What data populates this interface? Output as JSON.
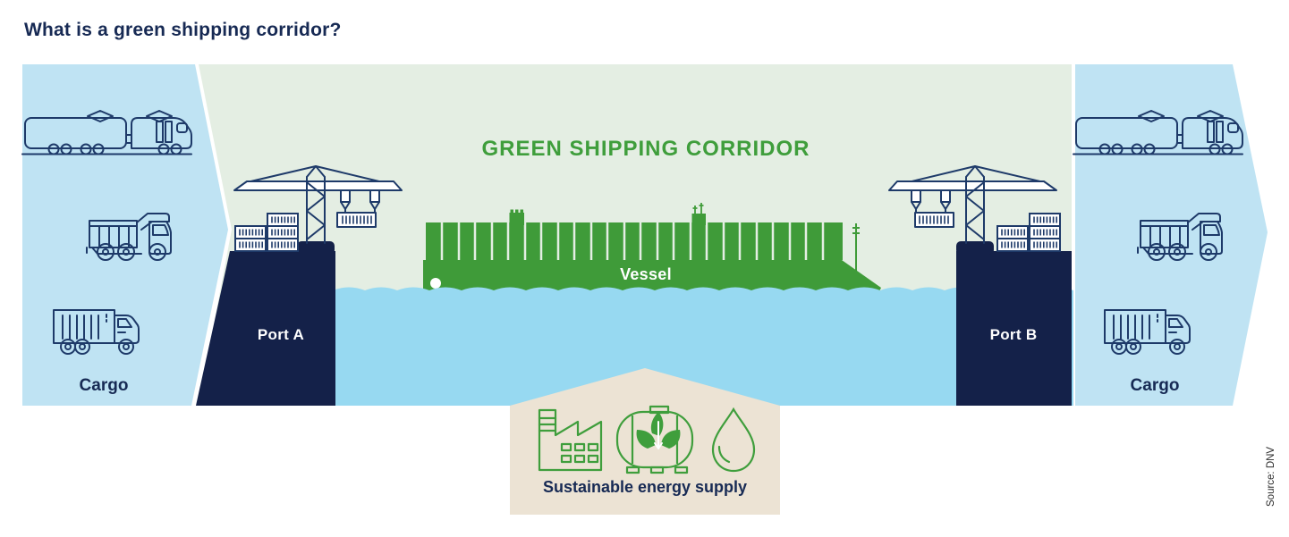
{
  "title": "What is a green shipping corridor?",
  "diagram": {
    "corridor_label": "GREEN SHIPPING CORRIDOR",
    "vessel_label": "Vessel",
    "port_a_label": "Port A",
    "port_b_label": "Port B",
    "cargo_left_label": "Cargo",
    "cargo_right_label": "Cargo",
    "energy_label": "Sustainable energy supply"
  },
  "source": "Source: DNV",
  "icons": {
    "train-icon": "electric freight train outline",
    "dump-truck-icon": "dump truck outline",
    "cargo-truck-icon": "box cargo truck outline",
    "container-stack-icon": "stacked shipping containers",
    "port-crane-icon": "container gantry crane lifting a container",
    "cargo-ship-icon": "green container vessel silhouette",
    "factory-icon": "factory with chimney outline",
    "storage-tank-icon": "fuel storage tank with green leaves",
    "leaf-icon": "three green leaves with stem",
    "water-droplet-icon": "water drop outline"
  },
  "colors": {
    "title_navy": "#172a54",
    "panel_blue": "#bfe3f3",
    "corridor_green_bg": "#e4eee3",
    "water_blue": "#97d9f1",
    "port_navy": "#142149",
    "vessel_green": "#3f9b39",
    "accent_green": "#3f9e3c",
    "icon_navy": "#1e3a69",
    "energy_beige": "#ece3d4"
  }
}
